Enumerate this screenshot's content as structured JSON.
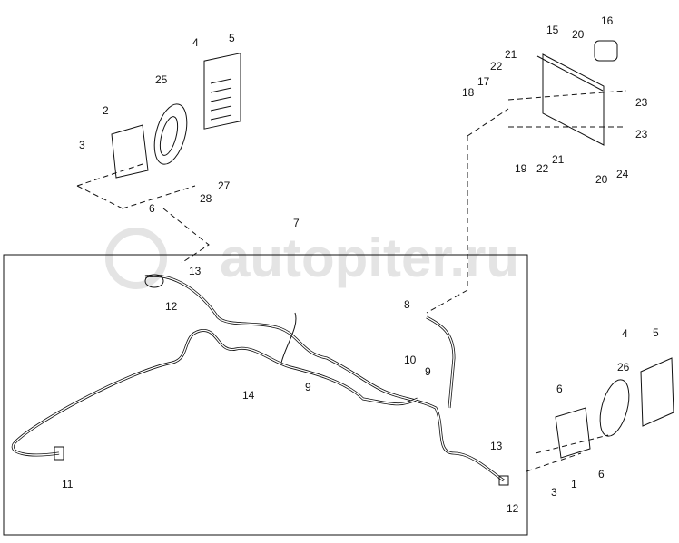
{
  "watermark": "autopiter.ru",
  "callouts": {
    "c4a": "4",
    "c5a": "5",
    "c25": "25",
    "c2": "2",
    "c3a": "3",
    "c6a": "6",
    "c28": "28",
    "c27": "27",
    "c7": "7",
    "c13a": "13",
    "c12a": "12",
    "c8": "8",
    "c10": "10",
    "c9a": "9",
    "c9b": "9",
    "c14": "14",
    "c11": "11",
    "c13b": "13",
    "c12b": "12",
    "c3b": "3",
    "c1": "1",
    "c6b": "6",
    "c6c": "6",
    "c26": "26",
    "c4b": "4",
    "c5b": "5",
    "c15": "15",
    "c16": "16",
    "c20a": "20",
    "c21a": "21",
    "c22a": "22",
    "c17": "17",
    "c18": "18",
    "c23a": "23",
    "c23b": "23",
    "c19": "19",
    "c22b": "22",
    "c21b": "21",
    "c24": "24",
    "c20b": "20"
  }
}
